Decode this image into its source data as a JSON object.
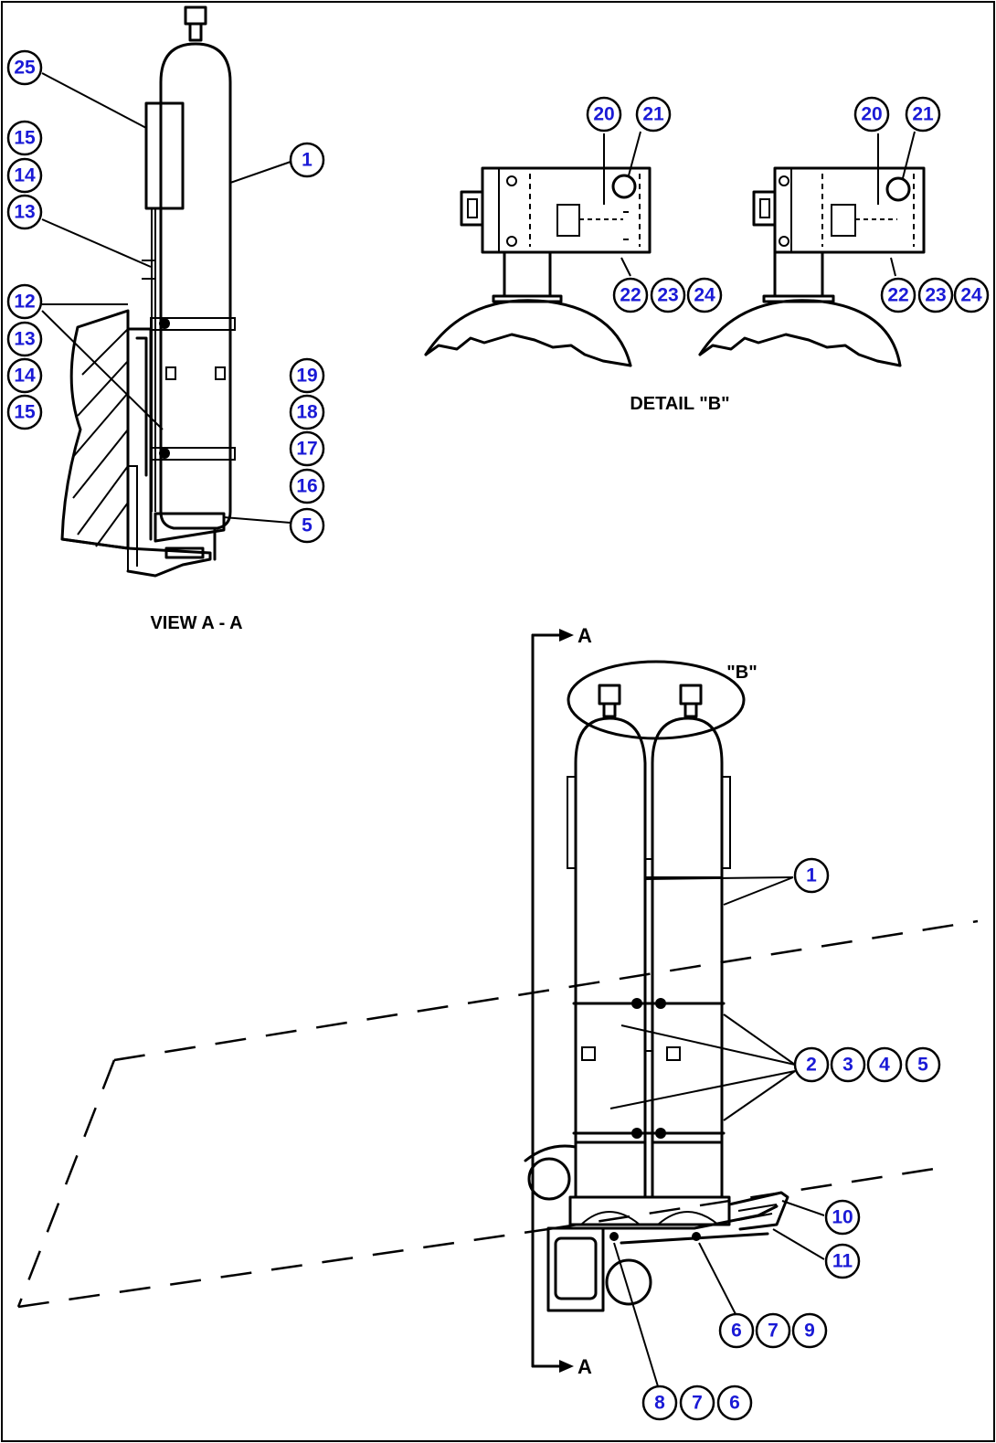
{
  "captions": {
    "view_aa": "VIEW A - A",
    "detail_b": "DETAIL \"B\"",
    "detail_b_marker": "\"B\"",
    "section_top": "A",
    "section_bottom": "A"
  },
  "callouts": {
    "view_aa": [
      "25",
      "15",
      "14",
      "13",
      "12",
      "13",
      "14",
      "15",
      "1",
      "19",
      "18",
      "17",
      "16",
      "5"
    ],
    "detail_left": [
      "20",
      "21",
      "22",
      "23",
      "24"
    ],
    "detail_right": [
      "20",
      "21",
      "22",
      "23",
      "24"
    ],
    "main": [
      "1",
      "2",
      "3",
      "4",
      "5",
      "10",
      "11",
      "6",
      "7",
      "9",
      "8",
      "7",
      "6"
    ]
  },
  "colors": {
    "callout_text": "#1a1ad6",
    "line": "#000000"
  }
}
